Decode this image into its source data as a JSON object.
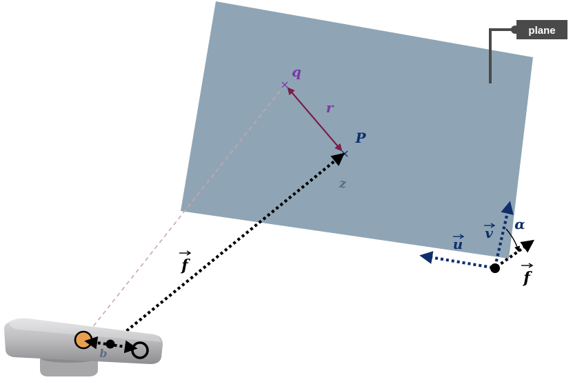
{
  "plane_label": "plane",
  "labels": {
    "q": "q",
    "r": "r",
    "P": "P",
    "z": "z",
    "f_camera": "f",
    "b": "b",
    "u": "u",
    "v": "v",
    "alpha": "α",
    "f_axis": "f"
  },
  "colors": {
    "plane_fill": "#8fa5b5",
    "dark_navy": "#0f2e6b",
    "maroon": "#7a1f4a",
    "purple": "#7a3aa8",
    "slate": "#5b6f80",
    "callout": "#4a4a4a",
    "projector": "#e8a050"
  },
  "icons": [
    "depth-sensor-device-icon",
    "projector-lens-icon",
    "camera-lens-icon"
  ]
}
